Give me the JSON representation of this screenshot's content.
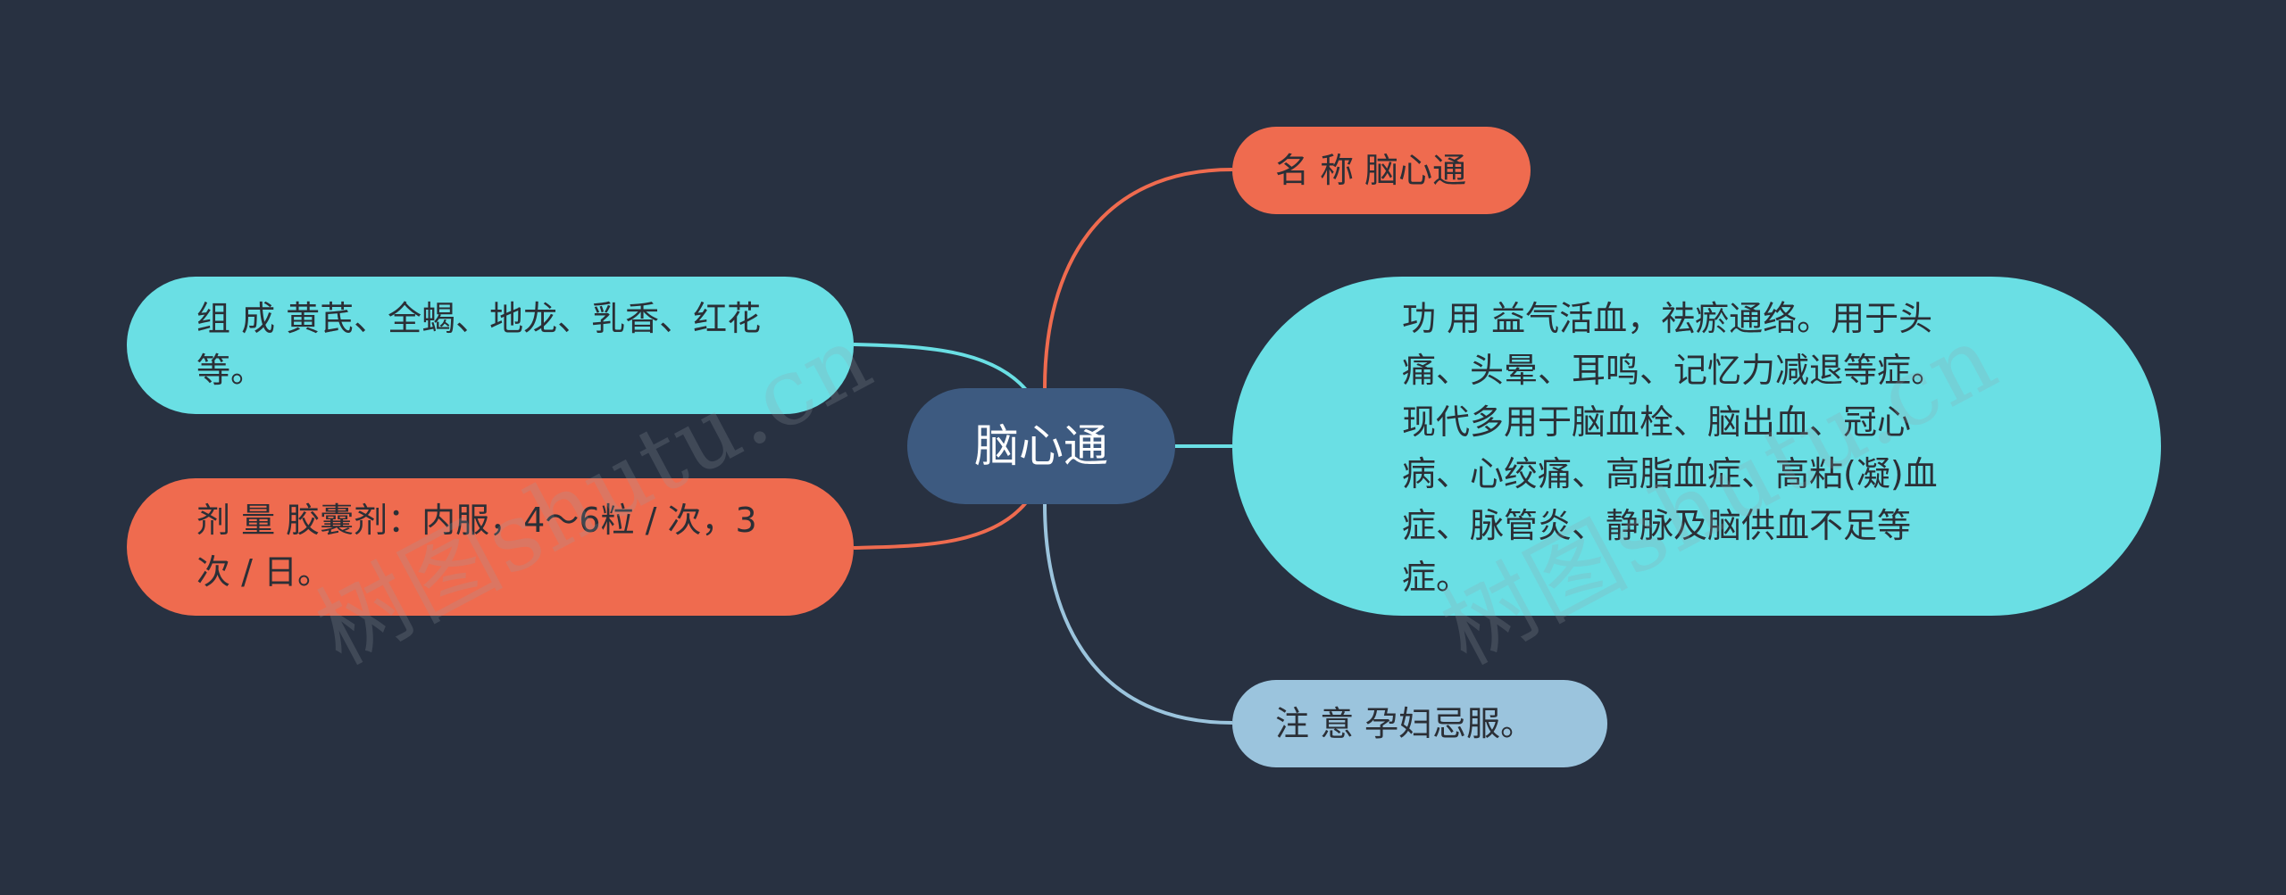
{
  "colors": {
    "background": "#283141",
    "center": "#3d5a80",
    "orange": "#ef6b4f",
    "cyan": "#6adfe4",
    "light_blue": "#9bc4dd"
  },
  "mindmap": {
    "center": {
      "label": "脑心通"
    },
    "nodes": [
      {
        "id": "name",
        "color": "orange",
        "text": "名 称 脑心通"
      },
      {
        "id": "function",
        "color": "cyan",
        "text": "功 用 益气活血，祛瘀通络。用于头痛、头晕、耳鸣、记忆力减退等症。现代多用于脑血栓、脑出血、冠心病、心绞痛、高脂血症、高粘(凝)血症、脉管炎、静脉及脑供血不足等症。"
      },
      {
        "id": "caution",
        "color": "light_blue",
        "text": "注 意 孕妇忌服。"
      },
      {
        "id": "composition",
        "color": "cyan",
        "text": "组 成 黄芪、全蝎、地龙、乳香、红花等。"
      },
      {
        "id": "dosage",
        "color": "orange",
        "text": "剂 量 胶囊剂：内服，4～6粒 / 次，3次 / 日。"
      }
    ]
  },
  "watermark": "树图shutu.cn"
}
